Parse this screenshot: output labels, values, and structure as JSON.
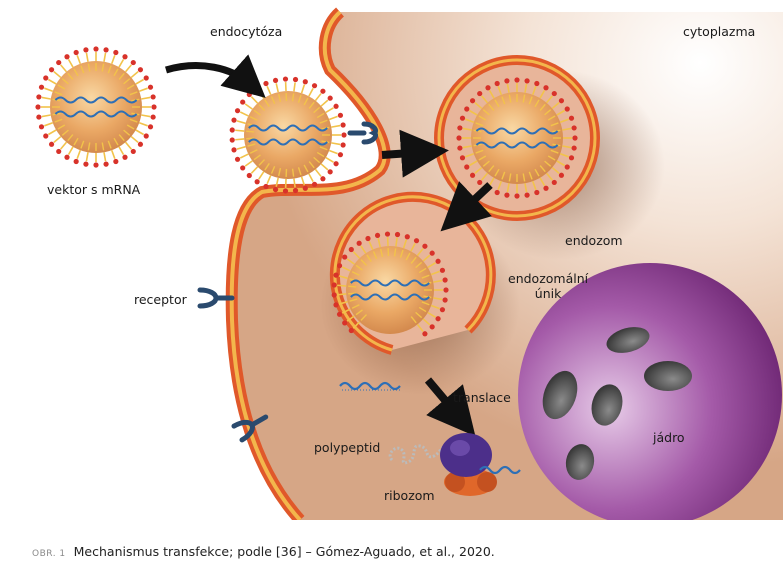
{
  "labels": {
    "endocytosis": "endocytóza",
    "cytoplasm": "cytoplazma",
    "vector": "vektor s mRNA",
    "endosome": "endozom",
    "endosomal_escape_1": "endozomální",
    "endosomal_escape_2": "únik",
    "receptor": "receptor",
    "translation": "translace",
    "polypeptide": "polypeptid",
    "ribosome": "ribozom",
    "nucleus": "jádro"
  },
  "caption": {
    "tag": "OBR. 1",
    "text": "Mechanismus transfekce; podle [36] – Gómez-Aguado, et al., 2020."
  },
  "colors": {
    "cell_fill": "#d9a98a",
    "membrane_outer": "#e0582a",
    "membrane_inner": "#f3b64c",
    "vector_core": "#e8a868",
    "lipid_head": "#d8322a",
    "lipid_tail": "#f2c34a",
    "mrna": "#2d6fb6",
    "receptor": "#2a4a6e",
    "nucleus": "#8a3a90",
    "ribosome_large": "#4c2f8a",
    "ribosome_small": "#e0672a"
  },
  "icons": [
    "receptor-icon",
    "ribosome-icon",
    "mrna-icon",
    "arrow-icon",
    "nucleus-icon"
  ]
}
